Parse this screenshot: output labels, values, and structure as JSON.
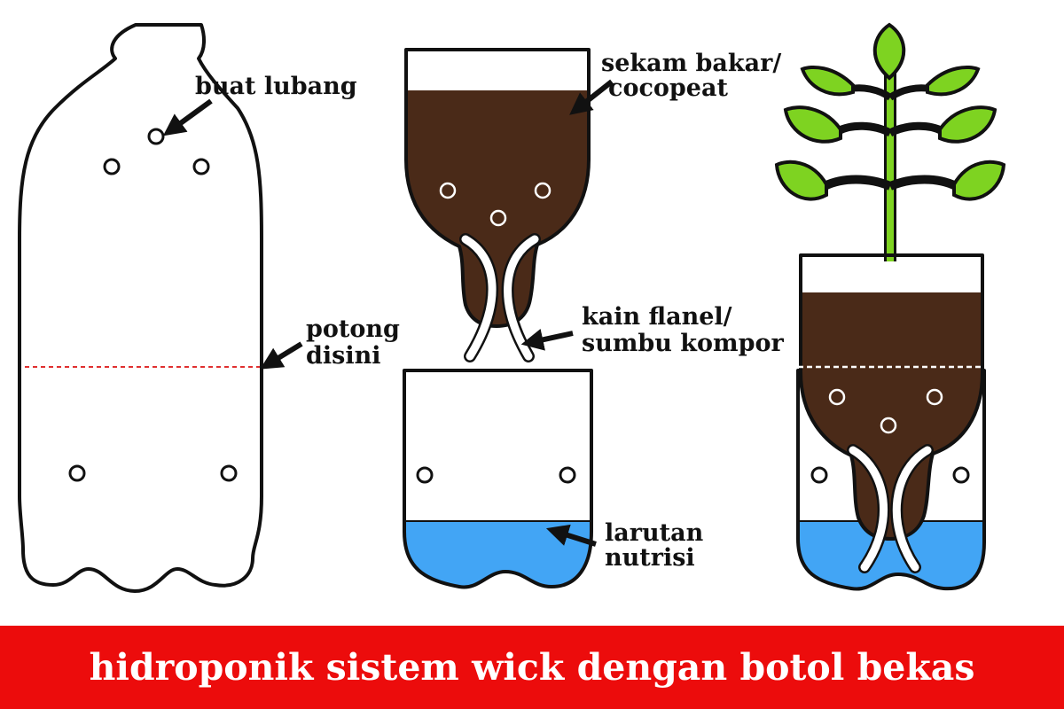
{
  "labels": {
    "buat_lubang": "buat lubang",
    "potong_line1": "potong",
    "potong_line2": "disini",
    "sekam_line1": "sekam bakar/",
    "sekam_line2": "cocopeat",
    "kain_line1": "kain flanel/",
    "kain_line2": "sumbu kompor",
    "larutan_line1": "larutan",
    "larutan_line2": "nutrisi"
  },
  "banner": {
    "title": "hidroponik sistem wick dengan botol bekas"
  },
  "colors": {
    "soil": "#4a2a18",
    "water": "#42a5f5",
    "leaf": "#7ed321",
    "cut_line": "#e03030",
    "banner_bg": "#ec0c0c"
  }
}
